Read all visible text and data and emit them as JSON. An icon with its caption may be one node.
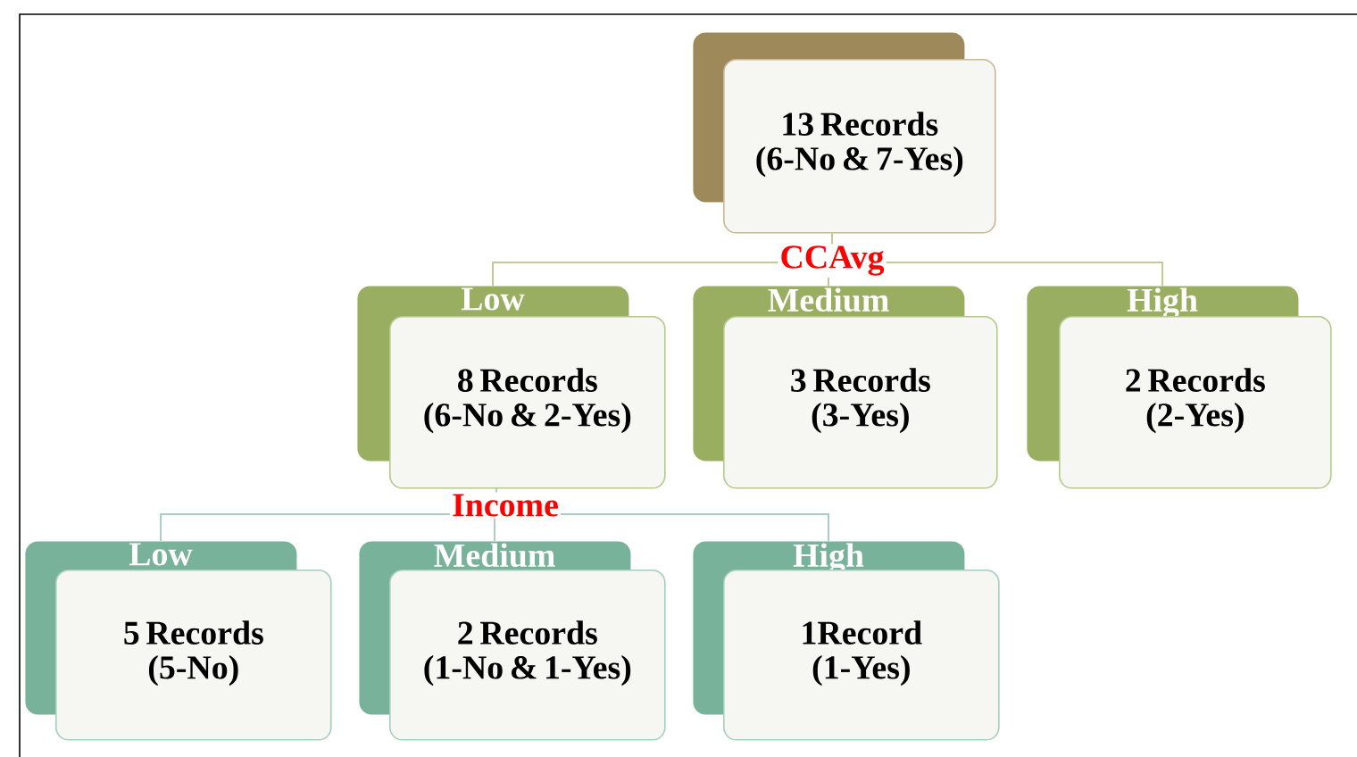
{
  "diagram": {
    "nodes": [
      {
        "text": [
          "13 Records",
          "(6-No & 7-Yes)"
        ]
      },
      {
        "text": [
          "Low",
          "8 Records",
          "(6-No & 2-Yes)"
        ]
      },
      {
        "text": [
          "Medium",
          "3 Records",
          "(3-Yes)"
        ]
      },
      {
        "text": [
          "High",
          "2 Records",
          "(2-Yes)"
        ]
      },
      {
        "text": [
          "Low",
          "5 Records",
          "(5-No)"
        ]
      },
      {
        "text": [
          "Medium",
          "2 Records",
          "(1-No & 1-Yes)"
        ]
      },
      {
        "text": [
          "High",
          "1Record",
          "(1-Yes)"
        ]
      }
    ],
    "edges": [
      {
        "from": 0,
        "to": 1,
        "arrow": "none"
      },
      {
        "from": 0,
        "to": 2,
        "arrow": "none"
      },
      {
        "from": 0,
        "to": 3,
        "arrow": "none"
      },
      {
        "from": 1,
        "to": 4,
        "arrow": "none"
      },
      {
        "from": 1,
        "to": 5,
        "arrow": "none"
      },
      {
        "from": 1,
        "to": 6,
        "arrow": "none"
      }
    ],
    "labels": [
      "CCAvg",
      "Income"
    ]
  }
}
